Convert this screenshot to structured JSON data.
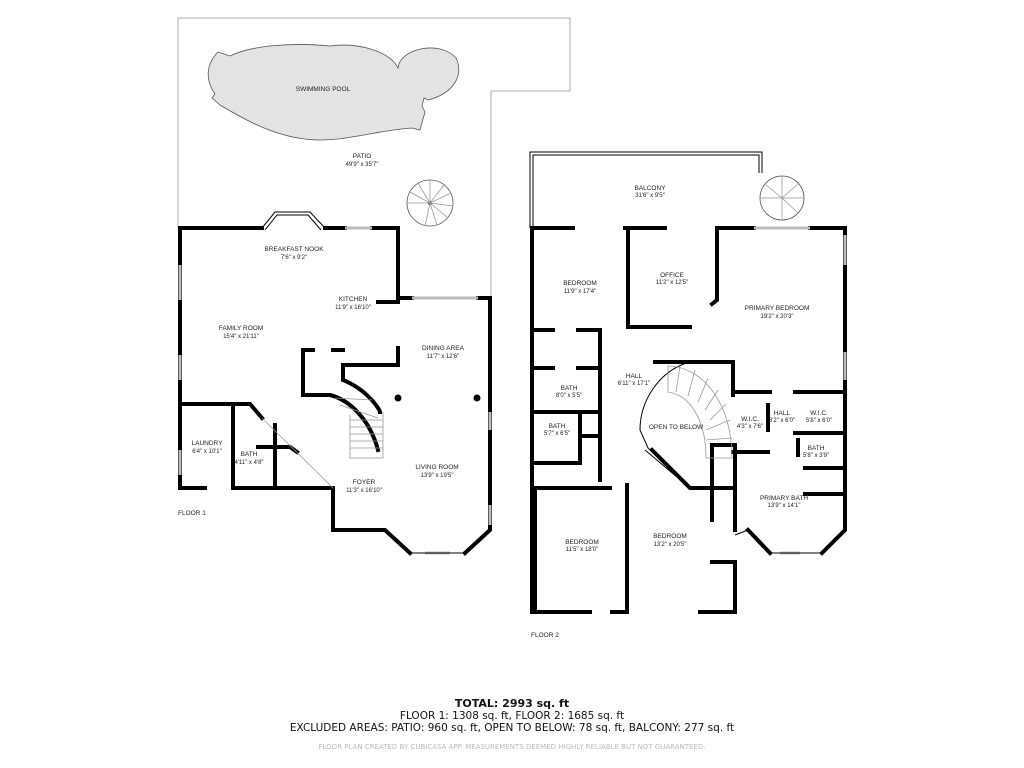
{
  "floor1": {
    "label": "FLOOR 1",
    "rooms": [
      {
        "name": "SWIMMING POOL",
        "dims": ""
      },
      {
        "name": "PATIO",
        "dims": "49'9\" x 35'7\""
      },
      {
        "name": "BREAKFAST NOOK",
        "dims": "7'6\" x 9'2\""
      },
      {
        "name": "KITCHEN",
        "dims": "11'9\" x 16'10\""
      },
      {
        "name": "FAMILY ROOM",
        "dims": "15'4\" x 21'11\""
      },
      {
        "name": "DINING AREA",
        "dims": "11'7\" x 12'6\""
      },
      {
        "name": "LAUNDRY",
        "dims": "6'4\" x 10'1\""
      },
      {
        "name": "BATH",
        "dims": "4'11\" x 4'8\""
      },
      {
        "name": "FOYER",
        "dims": "11'3\" x 16'10\""
      },
      {
        "name": "LIVING ROOM",
        "dims": "13'9\" x 19'5\""
      }
    ]
  },
  "floor2": {
    "label": "FLOOR 2",
    "rooms": [
      {
        "name": "BALCONY",
        "dims": "31'6\" x 9'5\""
      },
      {
        "name": "BEDROOM",
        "dims": "11'9\" x 17'4\""
      },
      {
        "name": "OFFICE",
        "dims": "11'2\" x 12'5\""
      },
      {
        "name": "PRIMARY BEDROOM",
        "dims": "19'2\" x 20'3\""
      },
      {
        "name": "HALL",
        "dims": "6'11\" x 17'1\""
      },
      {
        "name": "BATH",
        "dims": "8'0\" x 5'5\""
      },
      {
        "name": "BATH",
        "dims": "5'7\" x 6'5\""
      },
      {
        "name": "OPEN TO BELOW",
        "dims": ""
      },
      {
        "name": "W.I.C.",
        "dims": "4'3\" x 7'6\""
      },
      {
        "name": "HALL",
        "dims": "3'2\" x 6'0\""
      },
      {
        "name": "W.I.C.",
        "dims": "5'8\" x 6'0\""
      },
      {
        "name": "BATH",
        "dims": "5'8\" x 3'9\""
      },
      {
        "name": "PRIMARY BATH",
        "dims": "13'9\" x 14'1\""
      },
      {
        "name": "BEDROOM",
        "dims": "11'5\" x 18'0\""
      },
      {
        "name": "BEDROOM",
        "dims": "13'2\" x 20'5\""
      }
    ]
  },
  "summary": {
    "total": "TOTAL: 2993 sq. ft",
    "floors": "FLOOR 1: 1308 sq. ft, FLOOR 2: 1685 sq. ft",
    "excluded": "EXCLUDED AREAS: PATIO: 960 sq. ft, OPEN TO BELOW: 78 sq. ft, BALCONY: 277 sq. ft",
    "disclaimer": "FLOOR PLAN CREATED BY CUBICASA APP. MEASUREMENTS DEEMED HIGHLY RELIABLE BUT NOT GUARANTEED."
  }
}
